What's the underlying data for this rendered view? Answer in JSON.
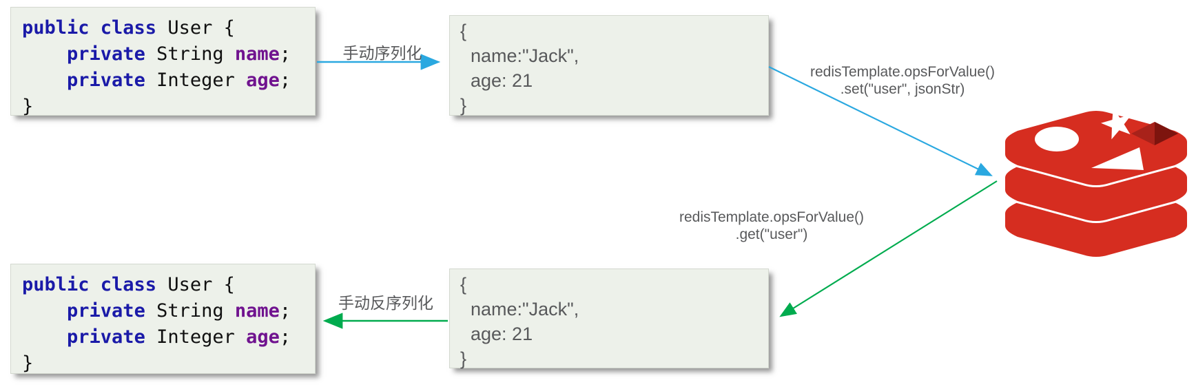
{
  "diagram": {
    "title_semantics": "redis manual serialization flow",
    "labels": {
      "serialize": "手动序列化",
      "deserialize": "手动反序列化",
      "set_line1": "redisTemplate.opsForValue()",
      "set_line2": ".set(\"user\", jsonStr)",
      "get_line1": "redisTemplate.opsForValue()",
      "get_line2": ".get(\"user\")"
    },
    "code_block": {
      "lines": [
        [
          {
            "text": "public class",
            "style": "keyword"
          },
          {
            "text": " User {",
            "style": "plain"
          }
        ],
        [
          {
            "text": "    ",
            "style": "plain"
          },
          {
            "text": "private",
            "style": "keyword"
          },
          {
            "text": " String ",
            "style": "plain"
          },
          {
            "text": "name",
            "style": "field"
          },
          {
            "text": ";",
            "style": "plain"
          }
        ],
        [
          {
            "text": "    ",
            "style": "plain"
          },
          {
            "text": "private",
            "style": "keyword"
          },
          {
            "text": " Integer ",
            "style": "plain"
          },
          {
            "text": "age",
            "style": "field"
          },
          {
            "text": ";",
            "style": "plain"
          }
        ],
        [
          {
            "text": "}",
            "style": "plain"
          }
        ]
      ]
    },
    "json_block": {
      "text": "{\n  name:\"Jack\",\n  age: 21\n}"
    },
    "icons": {
      "redis": "redis-stack-database-logo"
    },
    "colors": {
      "arrow_blue": "#2aa8e0",
      "arrow_green": "#00ab4e",
      "box_bg": "#edf1ea",
      "keyword_blue": "#1a1aa8",
      "field_purple": "#70138f",
      "gray_text": "#58595b",
      "redis_red": "#d62d20",
      "redis_dark_red": "#7d140e",
      "redis_mid_red": "#a8221a"
    }
  }
}
